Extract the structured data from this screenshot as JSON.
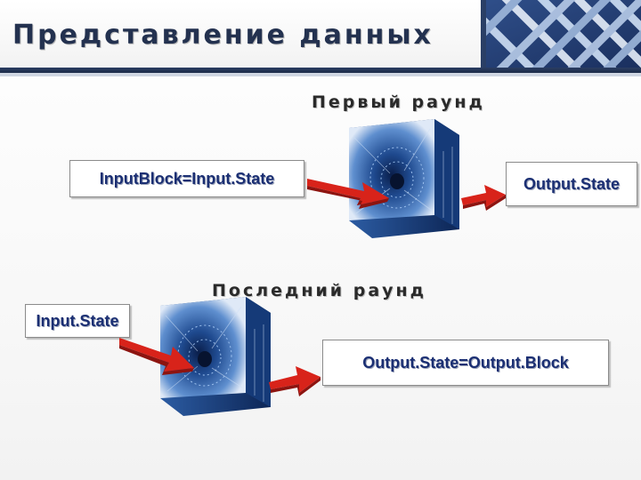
{
  "slide": {
    "title": "Представление данных",
    "first_round": {
      "label": "Первый раунд",
      "input_text": "InputBlock=Input.State",
      "output_text": "Output.State"
    },
    "last_round": {
      "label": "Последний раунд",
      "input_text": "Input.State",
      "output_text": "Output.State=Output.Block"
    }
  },
  "style": {
    "title_color": "#23314f",
    "box_text_color": "#1b2f73",
    "arrow_color": "#d8231a",
    "cube_color": "#1f4a8f"
  },
  "icons": [
    "woven-logo-icon",
    "binary-cube-icon",
    "red-arrow-icon"
  ]
}
